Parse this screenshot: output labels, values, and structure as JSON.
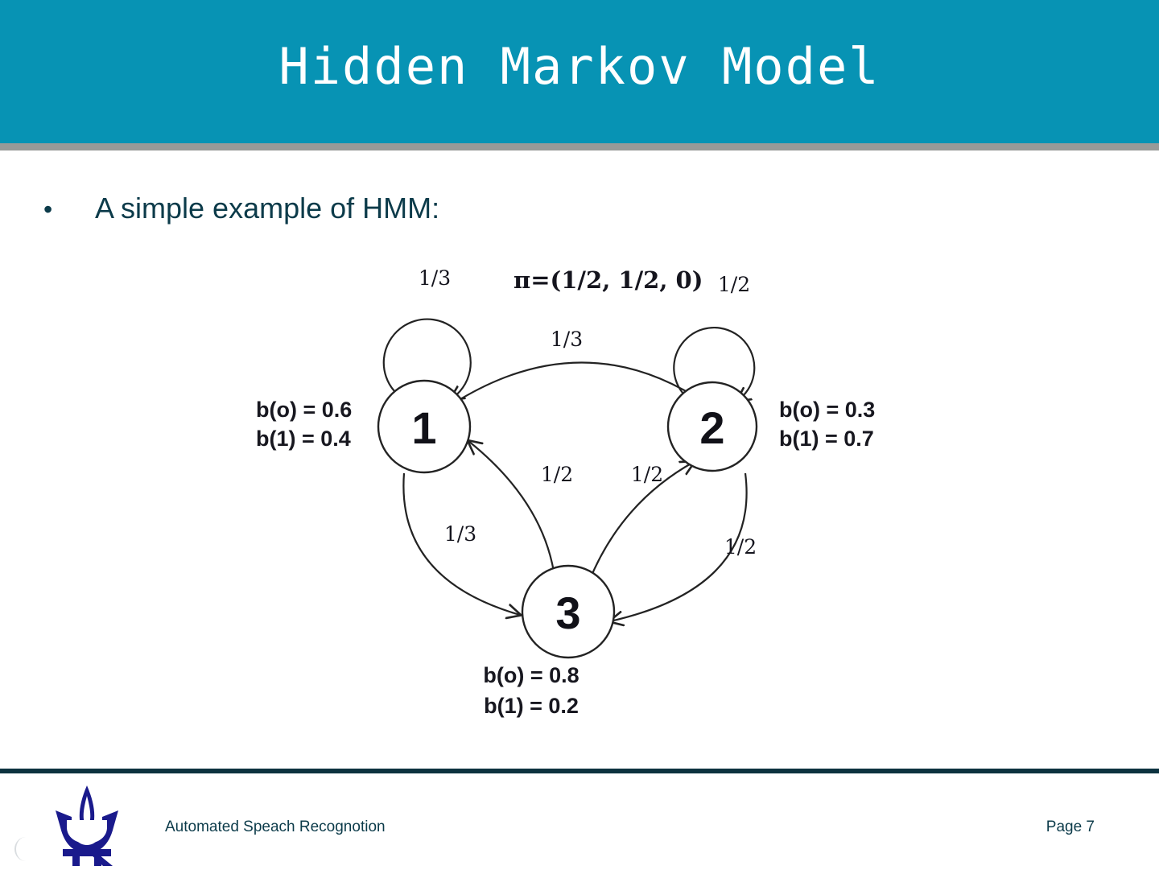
{
  "slide": {
    "title": "Hidden Markov Model",
    "header_color": "#0793b4",
    "header_rule_color": "#989a98",
    "body_text_color": "#0c3b4a",
    "footer_rule_color": "#0c323f",
    "logo_color": "#1a1a8c"
  },
  "body": {
    "bullet_marker": "•",
    "bullet_text": "A simple example of HMM:"
  },
  "diagram": {
    "initial_distribution_label": "π=(1/2, 1/2, 0)",
    "states": [
      {
        "id": "1",
        "label": "1",
        "emit_o": "b(o) = 0.6",
        "emit_1": "b(1) = 0.4"
      },
      {
        "id": "2",
        "label": "2",
        "emit_o": "b(o) = 0.3",
        "emit_1": "b(1) = 0.7"
      },
      {
        "id": "3",
        "label": "3",
        "emit_o": "b(o) = 0.8",
        "emit_1": "b(1) = 0.2"
      }
    ],
    "transitions": [
      {
        "from": "1",
        "to": "1",
        "label": "1/3"
      },
      {
        "from": "1",
        "to": "2",
        "label": "1/3"
      },
      {
        "from": "1",
        "to": "3",
        "label": "1/3"
      },
      {
        "from": "2",
        "to": "2",
        "label": "1/2"
      },
      {
        "from": "2",
        "to": "3",
        "label": "1/2"
      },
      {
        "from": "3",
        "to": "1",
        "label": "1/2"
      },
      {
        "from": "3",
        "to": "2",
        "label": "1/2"
      }
    ]
  },
  "footer": {
    "course_label": "Automated Speach Recognotion",
    "page_label": "Page 7"
  }
}
